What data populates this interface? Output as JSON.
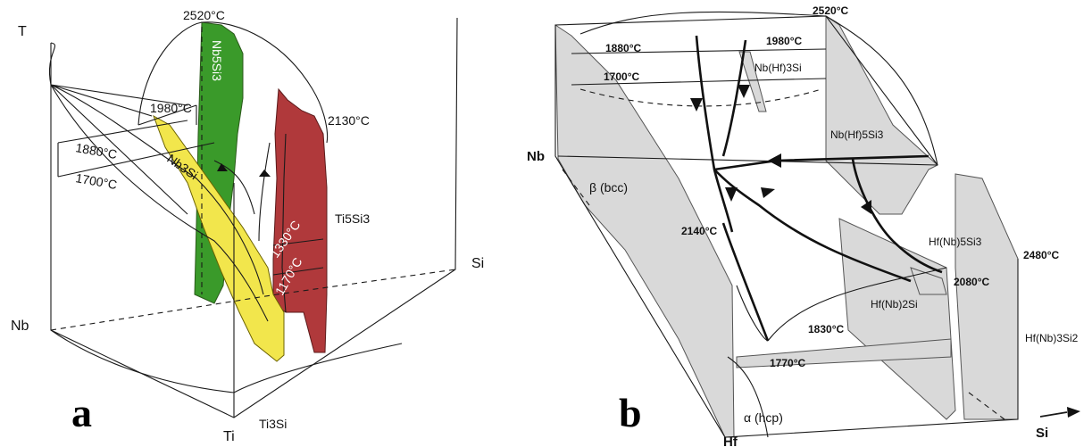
{
  "panel_a": {
    "panel_label": "a",
    "axis_labels": {
      "t": "T",
      "nb": "Nb",
      "ti": "Ti",
      "si": "Si"
    },
    "phase_labels": {
      "nb5si3": "Nb5Si3",
      "nb3si": "Nb3Si",
      "ti5si3": "Ti5Si3",
      "ti3si": "Ti3Si"
    },
    "temperatures": {
      "t2520": "2520°C",
      "t2130": "2130°C",
      "t1980": "1980°C",
      "t1880": "1880°C",
      "t1700": "1700°C",
      "t1330": "1330°C",
      "t1170": "1170°C"
    },
    "colors": {
      "nb5si3": "#3a9a2a",
      "nb3si": "#f2e64c",
      "ti5si3": "#b0393b"
    }
  },
  "panel_b": {
    "panel_label": "b",
    "axis_labels": {
      "nb": "Nb",
      "hf": "Hf",
      "si": "Si"
    },
    "phase_labels": {
      "nbhf3si": "Nb(Hf)3Si",
      "nbhf5si3": "Nb(Hf)5Si3",
      "hfnb5si3": "Hf(Nb)5Si3",
      "hfnb2si": "Hf(Nb)2Si",
      "hfnb3si2": "Hf(Nb)3Si2",
      "beta": "β (bcc)",
      "alpha": "α (hcp)"
    },
    "temperatures": {
      "t2520": "2520°C",
      "t1980": "1980°C",
      "t1880": "1880°C",
      "t1700": "1700°C",
      "t2140": "2140°C",
      "t2480": "2480°C",
      "t2080": "2080°C",
      "t1830": "1830°C",
      "t1770": "1770°C"
    },
    "colors": {
      "face": "#d9d9d9"
    }
  }
}
